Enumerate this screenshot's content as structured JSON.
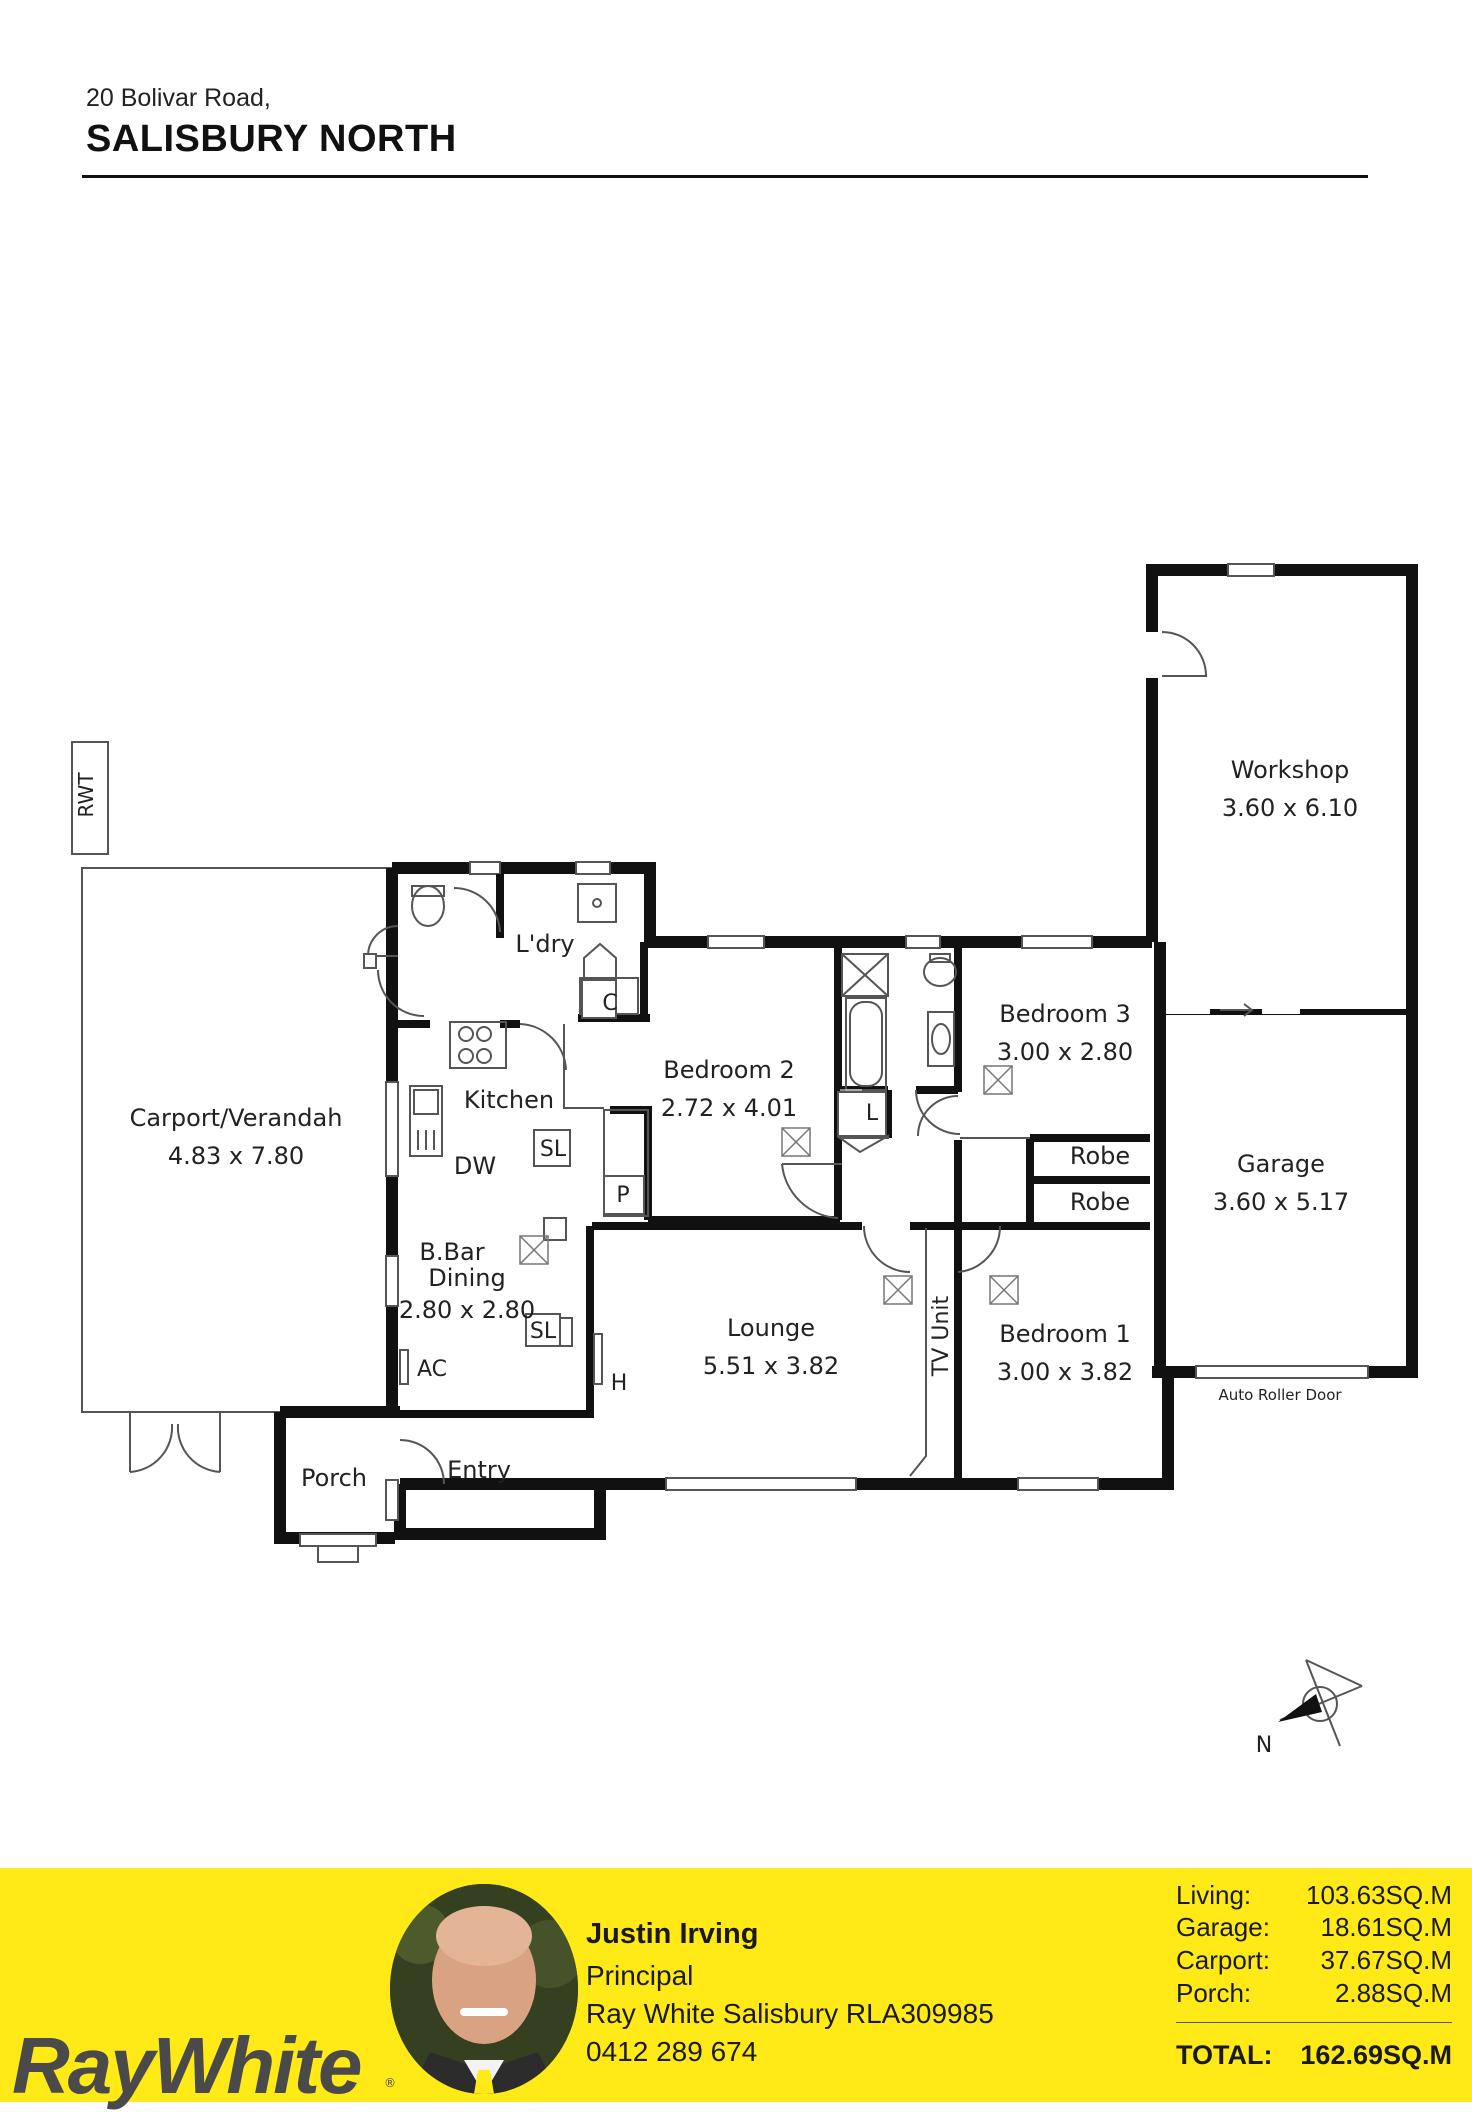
{
  "header": {
    "street": "20 Bolivar Road,",
    "suburb": "SALISBURY NORTH"
  },
  "plan": {
    "rooms": {
      "workshop": {
        "name": "Workshop",
        "dims": "3.60 x 6.10"
      },
      "garage": {
        "name": "Garage",
        "dims": "3.60 x 5.17"
      },
      "carport": {
        "name": "Carport/Verandah",
        "dims": "4.83 x 7.80"
      },
      "bedroom2": {
        "name": "Bedroom 2",
        "dims": "2.72 x 4.01"
      },
      "bedroom3": {
        "name": "Bedroom 3",
        "dims": "3.00 x 2.80"
      },
      "bedroom1": {
        "name": "Bedroom 1",
        "dims": "3.00 x 3.82"
      },
      "lounge": {
        "name": "Lounge",
        "dims": "5.51 x 3.82"
      },
      "dining": {
        "name1": "B.Bar",
        "name2": "Dining",
        "dims": "2.80 x 2.80"
      },
      "kitchen": {
        "name": "Kitchen"
      },
      "laundry": {
        "name": "L'dry"
      },
      "porch": {
        "name": "Porch"
      },
      "entry": {
        "name": "Entry"
      }
    },
    "fixtures": {
      "rwt": "RWT",
      "robe": "Robe",
      "sl": "SL",
      "dw": "DW",
      "pantry": "P",
      "cupboard": "C",
      "linen": "L",
      "ac": "AC",
      "heater": "H",
      "tv_unit": "TV Unit",
      "roller_door": "Auto Roller Door",
      "north": "N"
    }
  },
  "agent": {
    "name": "Justin Irving",
    "title": "Principal",
    "office": "Ray White Salisbury RLA309985",
    "phone": "0412 289 674"
  },
  "brand": {
    "logo": "RayWhite",
    "color": "#ffe916"
  },
  "areas": {
    "living_label": "Living:",
    "living": "103.63SQ.M",
    "garage_label": "Garage:",
    "garage": "18.61SQ.M",
    "carport_label": "Carport:",
    "carport": "37.67SQ.M",
    "porch_label": "Porch:",
    "porch": "2.88SQ.M",
    "total_label": "TOTAL:",
    "total": "162.69SQ.M"
  }
}
